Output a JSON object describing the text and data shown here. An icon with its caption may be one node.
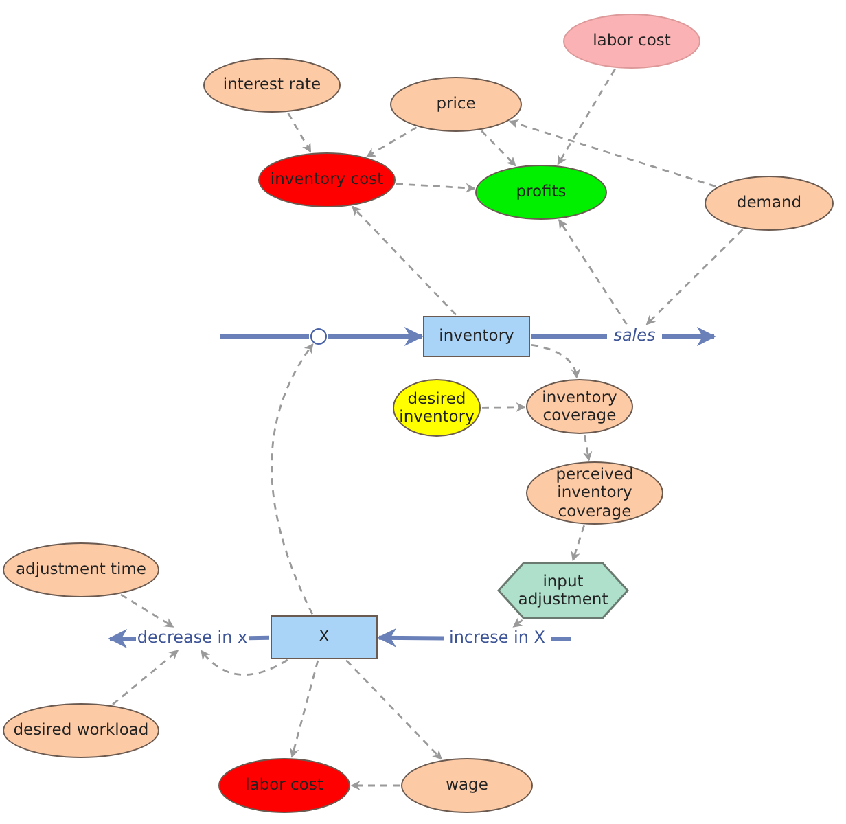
{
  "diagram": {
    "nodes": [
      {
        "text": [
          "labor cost"
        ]
      },
      {
        "text": [
          "interest rate"
        ]
      },
      {
        "text": [
          "price"
        ]
      },
      {
        "text": [
          "inventory cost"
        ]
      },
      {
        "text": [
          "profits"
        ]
      },
      {
        "text": [
          "demand"
        ]
      },
      {
        "text": [],
        "shape": "circle"
      },
      {
        "text": [
          "inventory"
        ]
      },
      {
        "text": [
          "sales"
        ]
      },
      {
        "text": [
          "desired inventory"
        ]
      },
      {
        "text": [
          "inventory coverage"
        ]
      },
      {
        "text": [
          "perceived inventory coverage"
        ]
      },
      {
        "text": [
          "input adjustment"
        ]
      },
      {
        "text": [
          "adjustment time"
        ]
      },
      {
        "text": [
          "decrease in x"
        ]
      },
      {
        "text": [
          "X"
        ]
      },
      {
        "text": [
          "increse in X"
        ]
      },
      {
        "text": [
          "desired workload"
        ]
      },
      {
        "text": [
          "labor cost"
        ]
      },
      {
        "text": [
          "wage"
        ]
      }
    ],
    "edges": [
      {
        "from": null,
        "to": 6,
        "arrow": "none",
        "style": "thick",
        "color": "#6a80b8"
      },
      {
        "from": 6,
        "to": 7,
        "arrow": "to",
        "style": "thick",
        "color": "#6a80b8"
      },
      {
        "from": 7,
        "to": 8,
        "arrow": "none",
        "style": "thick",
        "color": "#6a80b8"
      },
      {
        "from": 8,
        "to": null,
        "arrow": "to",
        "style": "thick",
        "color": "#6a80b8"
      },
      {
        "from": 15,
        "to": 14,
        "arrow": "none",
        "style": "thick",
        "color": "#6a80b8"
      },
      {
        "from": 14,
        "to": null,
        "arrow": "to",
        "style": "thick",
        "color": "#6a80b8"
      },
      {
        "from": null,
        "to": 16,
        "arrow": "none",
        "style": "thick",
        "color": "#6a80b8"
      },
      {
        "from": 16,
        "to": 15,
        "arrow": "to",
        "style": "thick",
        "color": "#6a80b8"
      },
      {
        "from": 1,
        "to": 3,
        "arrow": "to",
        "style": "dashed"
      },
      {
        "from": 2,
        "to": 3,
        "arrow": "to",
        "style": "dashed"
      },
      {
        "from": 2,
        "to": 4,
        "arrow": "to",
        "style": "dashed"
      },
      {
        "from": 0,
        "to": 4,
        "arrow": "to",
        "style": "dashed"
      },
      {
        "from": 5,
        "to": 2,
        "arrow": "to",
        "style": "dashed"
      },
      {
        "from": 3,
        "to": 4,
        "arrow": "to",
        "style": "dashed"
      },
      {
        "from": 7,
        "to": 3,
        "arrow": "to",
        "style": "dashed"
      },
      {
        "from": 8,
        "to": 4,
        "arrow": "to",
        "style": "dashed"
      },
      {
        "from": 5,
        "to": 8,
        "arrow": "to",
        "style": "dashed"
      },
      {
        "from": 7,
        "to": 10,
        "arrow": "to",
        "style": "dashed"
      },
      {
        "from": 9,
        "to": 10,
        "arrow": "to",
        "style": "dashed"
      },
      {
        "from": 10,
        "to": 11,
        "arrow": "to",
        "style": "dashed"
      },
      {
        "from": 11,
        "to": 12,
        "arrow": "to",
        "style": "dashed"
      },
      {
        "from": 12,
        "to": 16,
        "arrow": "to",
        "style": "dashed"
      },
      {
        "from": 13,
        "to": 14,
        "arrow": "to",
        "style": "dashed"
      },
      {
        "from": 17,
        "to": 14,
        "arrow": "to",
        "style": "dashed"
      },
      {
        "from": 15,
        "to": 14,
        "arrow": "to",
        "style": "dashed"
      },
      {
        "from": 15,
        "to": 6,
        "arrow": "to",
        "style": "dashed"
      },
      {
        "from": 15,
        "to": 18,
        "arrow": "to",
        "style": "dashed"
      },
      {
        "from": 15,
        "to": 19,
        "arrow": "to",
        "style": "dashed"
      },
      {
        "from": 19,
        "to": 18,
        "arrow": "to",
        "style": "dashed"
      }
    ]
  }
}
